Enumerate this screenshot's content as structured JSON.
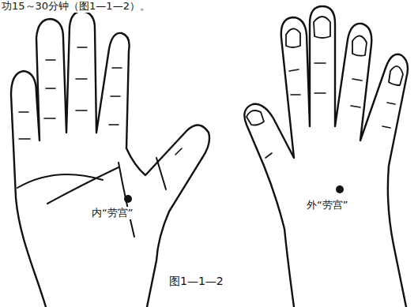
{
  "diagram": {
    "caption": "图1—1—2",
    "labels": [
      "功15～30分钟（图1—1—2）。",
      "内“劳宫”",
      "外“劳宫”"
    ]
  }
}
